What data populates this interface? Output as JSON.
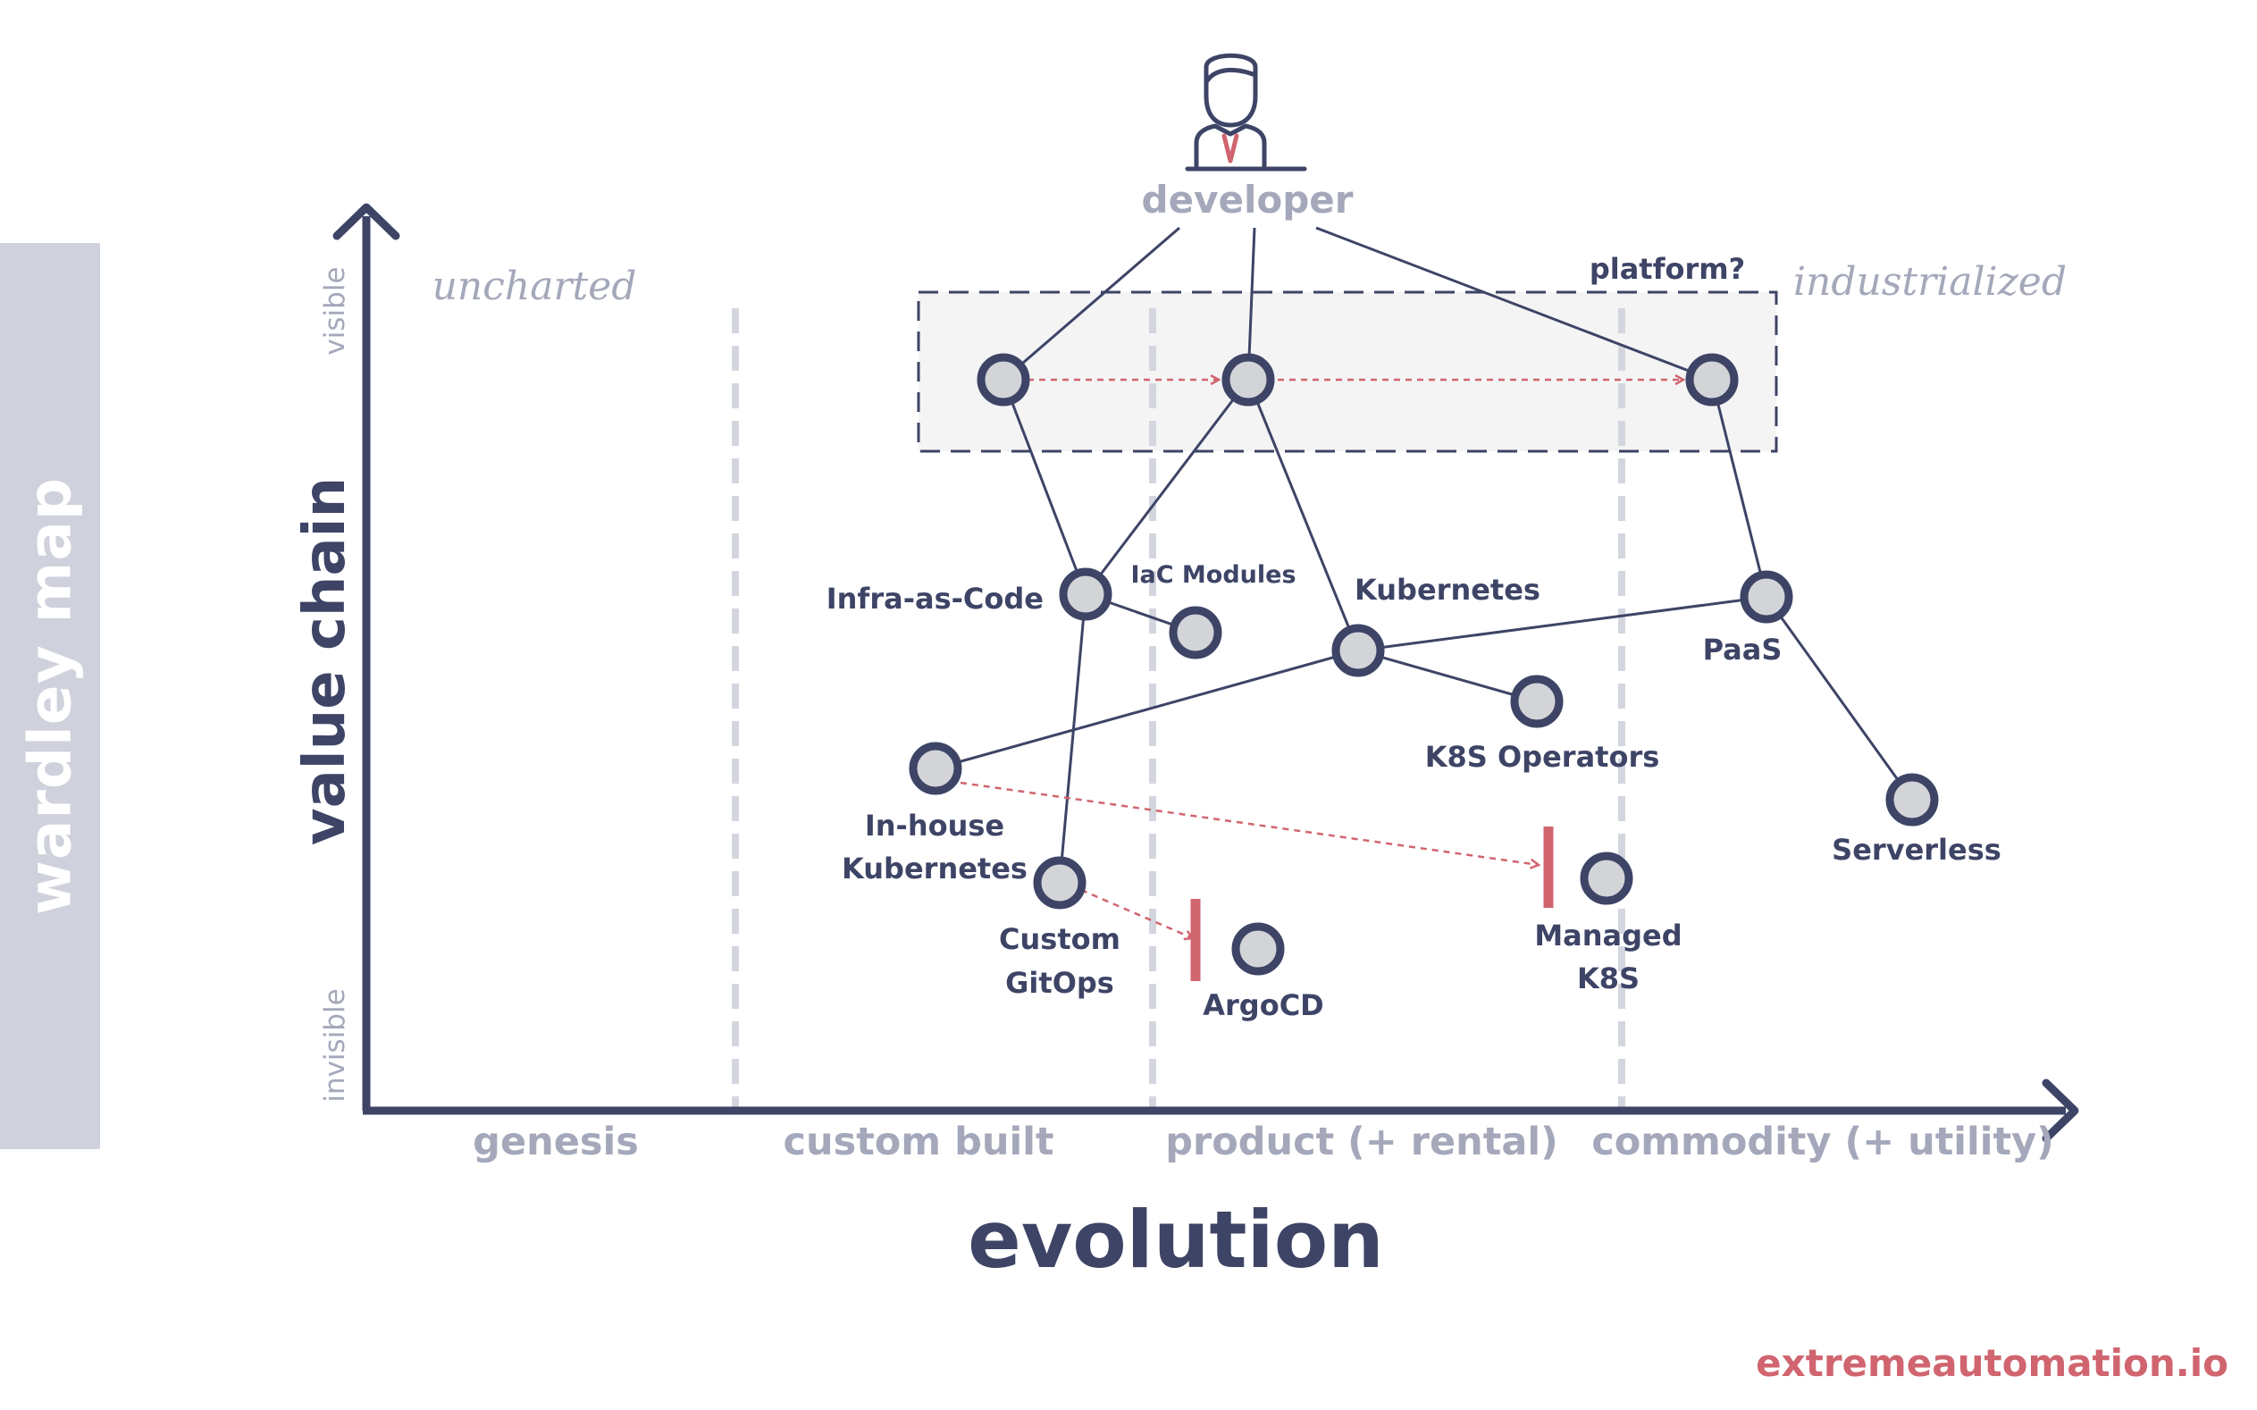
{
  "side_title": "wardley map",
  "axes": {
    "y_title": "value chain",
    "x_title": "evolution",
    "y_top": "visible",
    "y_bottom": "invisible"
  },
  "stages": [
    "genesis",
    "custom built",
    "product (+ rental)",
    "commodity (+ utility)"
  ],
  "zones": {
    "left": "uncharted",
    "right": "industrialized"
  },
  "user": {
    "label": "developer"
  },
  "group": {
    "label": "platform?"
  },
  "components": {
    "infra_as_code": "Infra-as-Code",
    "iac_modules": "IaC Modules",
    "kubernetes": "Kubernetes",
    "paas": "PaaS",
    "k8s_operators": "K8S Operators",
    "serverless": "Serverless",
    "inhouse_k8s": [
      "In-house",
      "Kubernetes"
    ],
    "custom_gitops": [
      "Custom",
      "GitOps"
    ],
    "argocd": "ArgoCD",
    "managed_k8s": [
      "Managed",
      "K8S"
    ]
  },
  "brand": "extremeautomation.io",
  "colors": {
    "axis": "#3d4466",
    "muted": "#a4a8ba",
    "accent": "#d0656f",
    "node_fill": "#d3d4d8",
    "band": "#cfd2dc"
  }
}
